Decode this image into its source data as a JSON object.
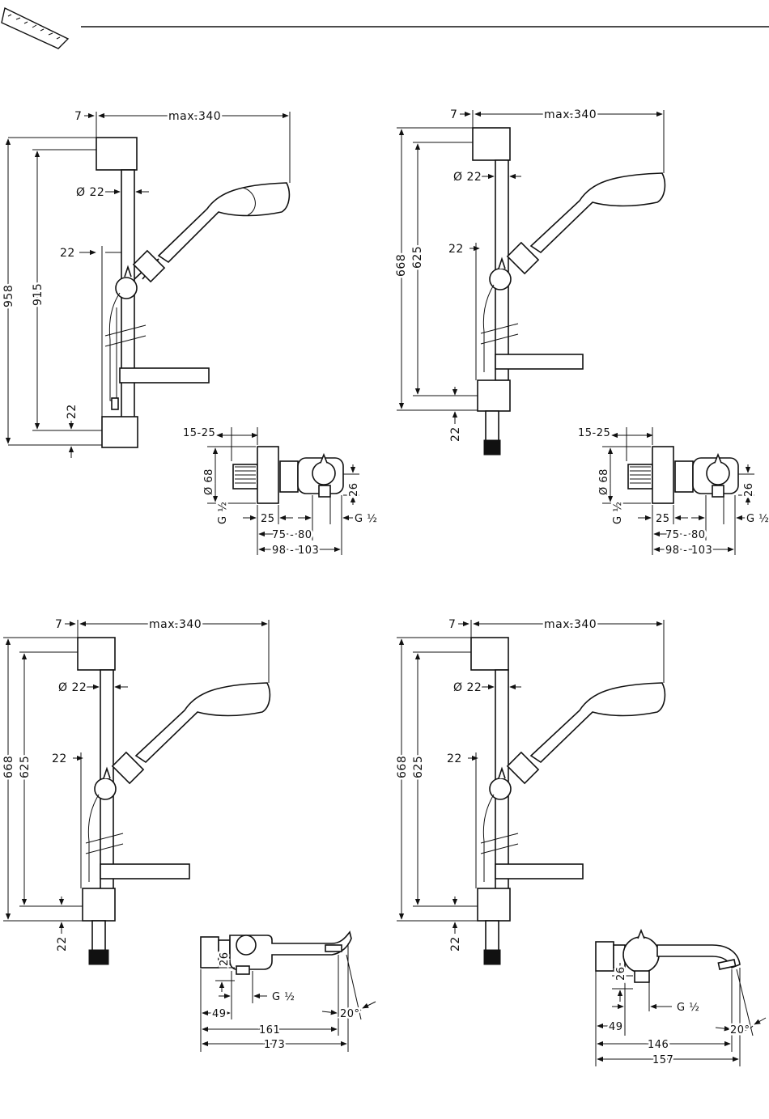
{
  "header": {
    "logo_icon": "ruler-icon"
  },
  "drawings": [
    {
      "id": "d1",
      "labels": {
        "offset": "7",
        "max_reach": "max.340",
        "rail_diameter": "Ø 22",
        "bracket_gap": "22",
        "total_height": "958",
        "mount_height": "915",
        "bottom_gap": "22"
      }
    },
    {
      "id": "d2",
      "labels": {
        "offset": "7",
        "max_reach": "max.340",
        "rail_diameter": "Ø 22",
        "bracket_gap": "22",
        "total_height": "668",
        "mount_height": "625",
        "bottom_gap": "22"
      }
    },
    {
      "id": "d3",
      "labels": {
        "offset": "7",
        "max_reach": "max.340",
        "rail_diameter": "Ø 22",
        "bracket_gap": "22",
        "total_height": "668",
        "mount_height": "625",
        "bottom_gap": "22"
      }
    },
    {
      "id": "d4",
      "labels": {
        "offset": "7",
        "max_reach": "max.340",
        "rail_diameter": "Ø 22",
        "bracket_gap": "22",
        "total_height": "668",
        "mount_height": "625",
        "bottom_gap": "22"
      }
    }
  ],
  "mixers": [
    {
      "id": "m1",
      "labels": {
        "depth": "15-25",
        "diameter": "Ø 68",
        "outlet_height": "26",
        "inlet_thread": "G ½",
        "outlet_thread": "G ½",
        "body_width": "25",
        "width_small": "75 - 80",
        "width_large": "98 - 103"
      }
    },
    {
      "id": "m2",
      "labels": {
        "depth": "15-25",
        "diameter": "Ø 68",
        "outlet_height": "26",
        "inlet_thread": "G ½",
        "outlet_thread": "G ½",
        "body_width": "25",
        "width_small": "75 - 80",
        "width_large": "98 - 103"
      }
    }
  ],
  "bath_mixers": [
    {
      "id": "b1",
      "labels": {
        "outlet_height": "26",
        "outlet_thread": "G ½",
        "offset": "49",
        "spout_length": "161",
        "total_length": "173",
        "angle": "20°"
      }
    },
    {
      "id": "b2",
      "labels": {
        "outlet_height": "26",
        "outlet_thread": "G ½",
        "offset": "49",
        "spout_length": "146",
        "total_length": "157",
        "angle": "20°"
      }
    }
  ]
}
